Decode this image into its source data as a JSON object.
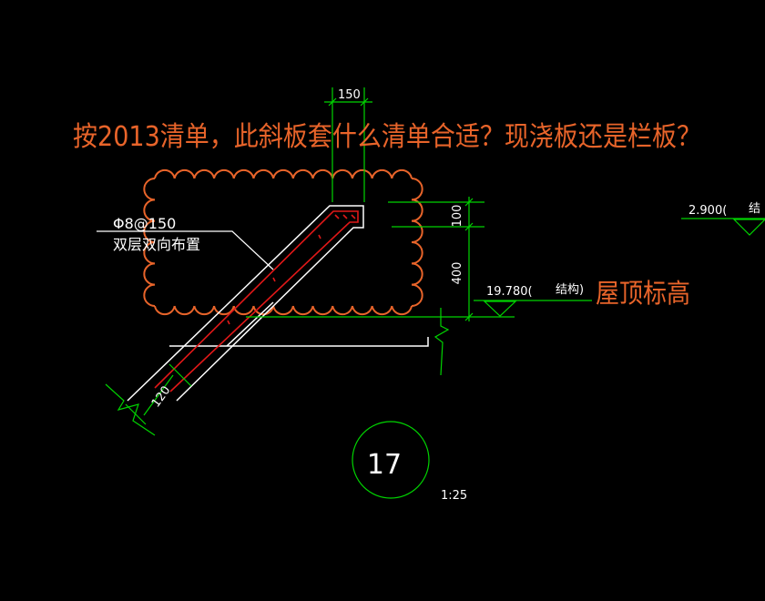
{
  "colors": {
    "background": "#000000",
    "annotation": "#e8642a",
    "dimension": "#00d400",
    "outline": "#ffffff",
    "rebar": "#e01818"
  },
  "question": "按2013清单，此斜板套什么清单合适？现浇板还是栏板？",
  "dimensions": {
    "top_width": "150",
    "slab_edge": "100",
    "height": "400",
    "thickness": "120"
  },
  "rebar_callout": {
    "spec": "Φ8@150",
    "note": "双层双向布置"
  },
  "elevation_main": {
    "value": "19.780(",
    "label": "结构)"
  },
  "elevation_right": {
    "value": "2.900(",
    "label": "结"
  },
  "roof_annotation": "屋顶标高",
  "detail": {
    "number": "17",
    "scale": "1:25"
  }
}
